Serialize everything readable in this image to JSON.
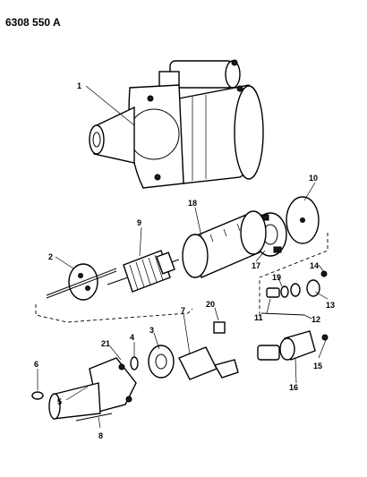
{
  "diagram_code": "6308 550 A",
  "callouts": {
    "c1": "1",
    "c2": "2",
    "c3": "3",
    "c4": "4",
    "c5": "5",
    "c6": "6",
    "c7": "7",
    "c8": "8",
    "c9": "9",
    "c10": "10",
    "c11": "11",
    "c12": "12",
    "c13": "13",
    "c14": "14",
    "c15": "15",
    "c16": "16",
    "c17": "17",
    "c18": "18",
    "c19": "19",
    "c20": "20",
    "c21": "21"
  }
}
